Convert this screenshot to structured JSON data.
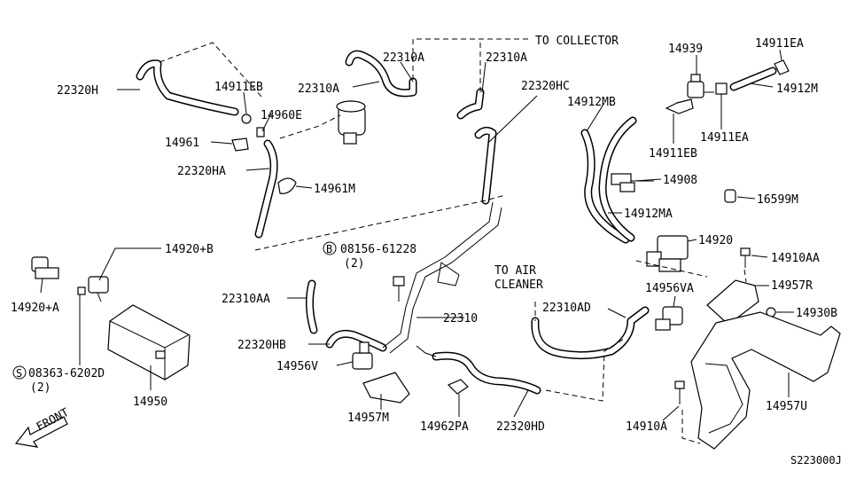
{
  "diagram": {
    "parts": {
      "p22320H": "22320H",
      "p14911EB_a": "14911EB",
      "p14960E": "14960E",
      "p14961": "14961",
      "p22320HA": "22320HA",
      "p14961M": "14961M",
      "p22310A_a": "22310A",
      "p22310A_b": "22310A",
      "p22310A_c": "22310A",
      "p22320HC": "22320HC",
      "p14912MB": "14912MB",
      "p14939": "14939",
      "p14911EA_a": "14911EA",
      "p14912M": "14912M",
      "p14911EA_b": "14911EA",
      "p14911EB_b": "14911EB",
      "p14908": "14908",
      "p16599M": "16599M",
      "p14912MA": "14912MA",
      "p14920": "14920",
      "p14910AA": "14910AA",
      "p14957R": "14957R",
      "p14956VA": "14956VA",
      "p14930B": "14930B",
      "p14920B": "14920+B",
      "p14920A": "14920+A",
      "p08156_61228": "08156-61228",
      "p08156_qty": "(2)",
      "p22310AA": "22310AA",
      "p22310": "22310",
      "p22310AD": "22310AD",
      "p22320HB": "22320HB",
      "p14956V": "14956V",
      "p08363_6202D": "08363-6202D",
      "p08363_qty": "(2)",
      "p14950": "14950",
      "p14957M": "14957M",
      "p14962PA": "14962PA",
      "p22320HD": "22320HD",
      "p14910A": "14910A",
      "p14957U": "14957U"
    },
    "notes": {
      "to_collector": "TO COLLECTOR",
      "to_air_line1": "TO AIR",
      "to_air_line2": "CLEANER",
      "front": "FRONT",
      "ref_code": "S223000J",
      "bolt_b": "B",
      "screw_s": "S"
    }
  }
}
